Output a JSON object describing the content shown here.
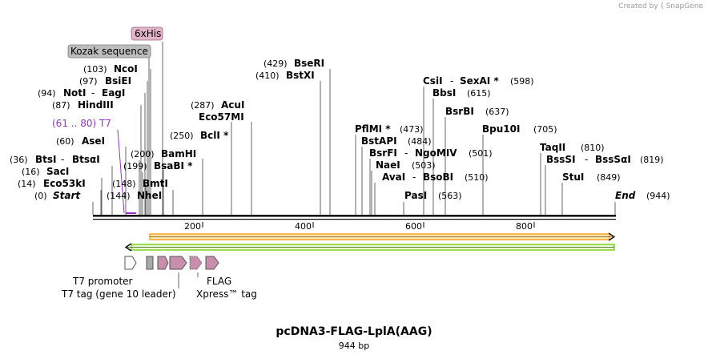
{
  "credit": {
    "prefix": "Created by",
    "brand": "SnapGene"
  },
  "plasmid": {
    "name": "pcDNA3-FLAG-LplA(AAG)",
    "length_label": "944 bp",
    "length": 944
  },
  "axis": {
    "min": 0,
    "max": 944,
    "ticks": [
      "200",
      "400",
      "600",
      "800"
    ]
  },
  "sites": [
    {
      "pos": "(0)",
      "name": "Start",
      "italic": true
    },
    {
      "pos": "(14)",
      "name": "Eco53kI"
    },
    {
      "pos": "(16)",
      "name": "SacI"
    },
    {
      "pos": "(36)",
      "name": "BtsI",
      "partner": "BtsαI"
    },
    {
      "pos": "(60)",
      "name": "AseI"
    },
    {
      "pos": "(87)",
      "name": "HindIII"
    },
    {
      "pos": "(94)",
      "name": "NotI",
      "partner": "EagI"
    },
    {
      "pos": "(97)",
      "name": "BsiEI"
    },
    {
      "pos": "(103)",
      "name": "NcoI"
    },
    {
      "pos": "(144)",
      "name": "NheI"
    },
    {
      "pos": "(148)",
      "name": "BmtI"
    },
    {
      "pos": "(199)",
      "name": "BsaBI *"
    },
    {
      "pos": "(200)",
      "name": "BamHI"
    },
    {
      "pos": "(250)",
      "name": "BclI *"
    },
    {
      "pos": "(287)",
      "name": "AcuI"
    },
    {
      "pos": "",
      "name": "Eco57MI"
    },
    {
      "pos": "(410)",
      "name": "BstXI"
    },
    {
      "pos": "(429)",
      "name": "BseRI"
    },
    {
      "pos": "(473)",
      "name": "PflMI *"
    },
    {
      "pos": "(484)",
      "name": "BstAPI"
    },
    {
      "pos": "(501)",
      "name": "BsrFI",
      "partner": "NgoMIV"
    },
    {
      "pos": "(503)",
      "name": "NaeI"
    },
    {
      "pos": "(510)",
      "name": "AvaI",
      "partner": "BsoBI"
    },
    {
      "pos": "(563)",
      "name": "PasI"
    },
    {
      "pos": "(598)",
      "name": "CsiI",
      "partner": "SexAI *"
    },
    {
      "pos": "(615)",
      "name": "BbsI"
    },
    {
      "pos": "(637)",
      "name": "BsrBI"
    },
    {
      "pos": "(705)",
      "name": "Bpu10I"
    },
    {
      "pos": "(810)",
      "name": "TaqII"
    },
    {
      "pos": "(819)",
      "name": "BssSI",
      "partner": "BssSαI"
    },
    {
      "pos": "(849)",
      "name": "StuI"
    },
    {
      "pos": "(944)",
      "name": "End",
      "italic": true
    }
  ],
  "features_top": [
    {
      "label": "6xHis",
      "color": "#e2b4c8"
    },
    {
      "label": "Kozak sequence",
      "color": "#bdbdbd"
    },
    {
      "label": "(61 .. 80)  T7",
      "color": "#9932cc"
    }
  ],
  "features_bottom": [
    {
      "label": "T7 promoter"
    },
    {
      "label": "T7 tag (gene 10 leader)"
    },
    {
      "label": "FLAG"
    },
    {
      "label": "Xpress™ tag"
    }
  ],
  "colors": {
    "orf": "#f5a623",
    "orf_fill": "#ffe9b0",
    "green": "#7ed321",
    "pink": "#c78fab",
    "gray": "#a8a8a8",
    "purple": "#9932cc"
  }
}
